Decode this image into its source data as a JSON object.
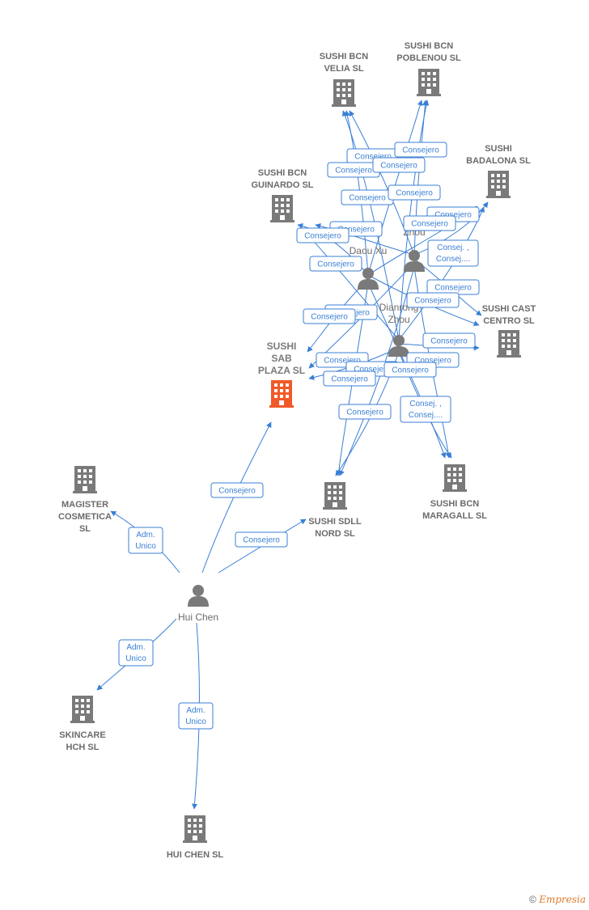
{
  "colors": {
    "edge": "#3a7fd5",
    "building": "#7a7a7a",
    "building_highlight": "#f05a28",
    "person": "#7a7a7a",
    "label": "#6b6b6b"
  },
  "companies": [
    {
      "id": "velia",
      "lines": [
        "SUSHI BCN",
        "VELIA  SL"
      ],
      "highlight": false
    },
    {
      "id": "poblenou",
      "lines": [
        "SUSHI BCN",
        "POBLENOU  SL"
      ],
      "highlight": false
    },
    {
      "id": "badalona",
      "lines": [
        "SUSHI",
        "BADALONA  SL"
      ],
      "highlight": false
    },
    {
      "id": "guinardo",
      "lines": [
        "SUSHI BCN",
        "GUINARDO  SL"
      ],
      "highlight": false
    },
    {
      "id": "cast",
      "lines": [
        "SUSHI CAST",
        "CENTRO  SL"
      ],
      "highlight": false
    },
    {
      "id": "sab",
      "lines": [
        "SUSHI",
        "SAB",
        "PLAZA  SL"
      ],
      "highlight": true
    },
    {
      "id": "sdll",
      "lines": [
        "SUSHI SDLL",
        "NORD  SL"
      ],
      "highlight": false
    },
    {
      "id": "maragall",
      "lines": [
        "SUSHI BCN",
        "MARAGALL  SL"
      ],
      "highlight": false
    },
    {
      "id": "magister",
      "lines": [
        "MAGISTER",
        "COSMETICA",
        "SL"
      ],
      "highlight": false
    },
    {
      "id": "skincare",
      "lines": [
        "SKINCARE",
        "HCH  SL"
      ],
      "highlight": false
    },
    {
      "id": "huichensl",
      "lines": [
        "HUI CHEN  SL"
      ],
      "highlight": false
    }
  ],
  "people": [
    {
      "id": "daou",
      "lines": [
        "Daou Xu"
      ]
    },
    {
      "id": "czhou",
      "lines": [
        "C",
        "Zhou"
      ]
    },
    {
      "id": "dzhou",
      "lines": [
        "Dianrong",
        "Zhou"
      ]
    },
    {
      "id": "huichen",
      "lines": [
        "Hui Chen"
      ]
    }
  ],
  "edge_labels": {
    "consejero": "Consejero",
    "consej_multi": [
      "Consej. ,",
      "Consej...."
    ],
    "adm_unico": [
      "Adm.",
      "Unico"
    ]
  },
  "footer": {
    "copyright": "©",
    "brand": "Empresia"
  }
}
